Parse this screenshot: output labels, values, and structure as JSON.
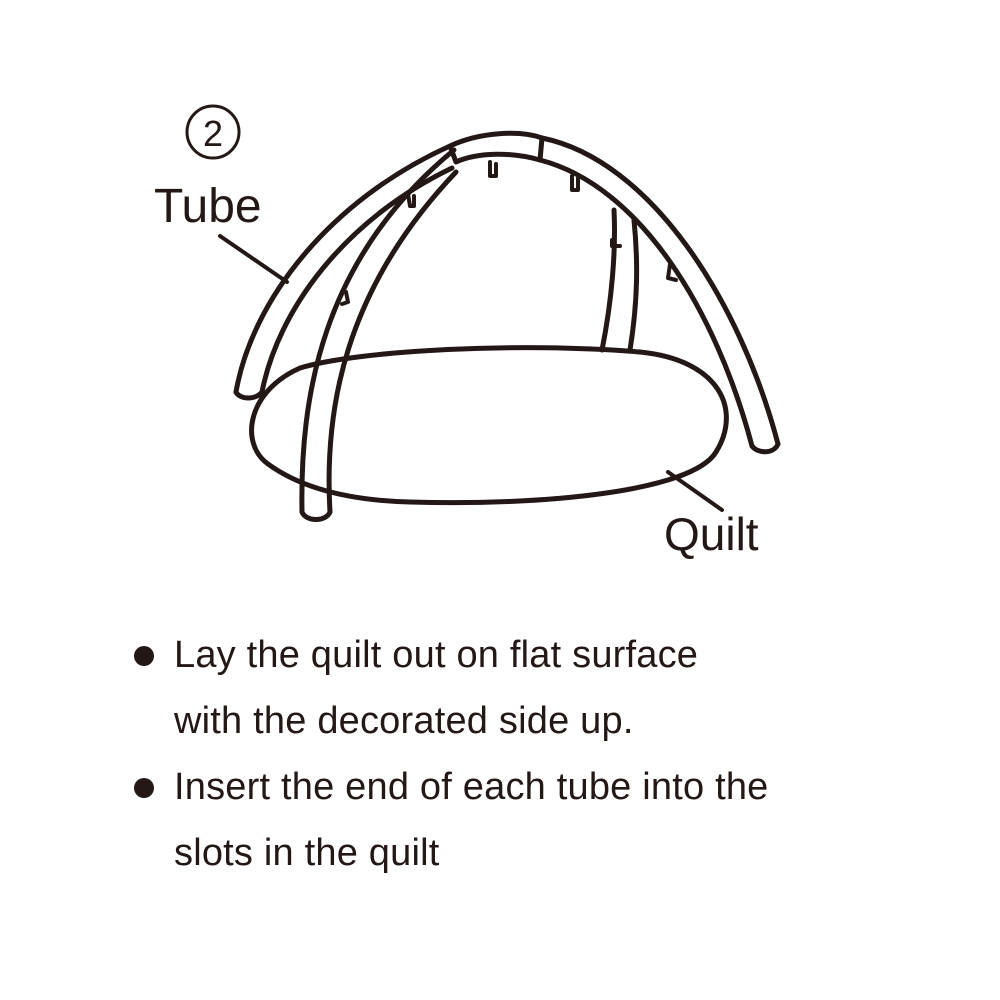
{
  "step": {
    "number": "2"
  },
  "labels": {
    "tube": "Tube",
    "quilt": "Quilt"
  },
  "instructions": [
    {
      "lines": [
        "Lay the quilt out on flat surface",
        "with the decorated side up."
      ]
    },
    {
      "lines": [
        "Insert the end of each tube into the",
        "slots in the quilt"
      ]
    }
  ],
  "colors": {
    "ink": "#231815",
    "background": "#ffffff"
  }
}
